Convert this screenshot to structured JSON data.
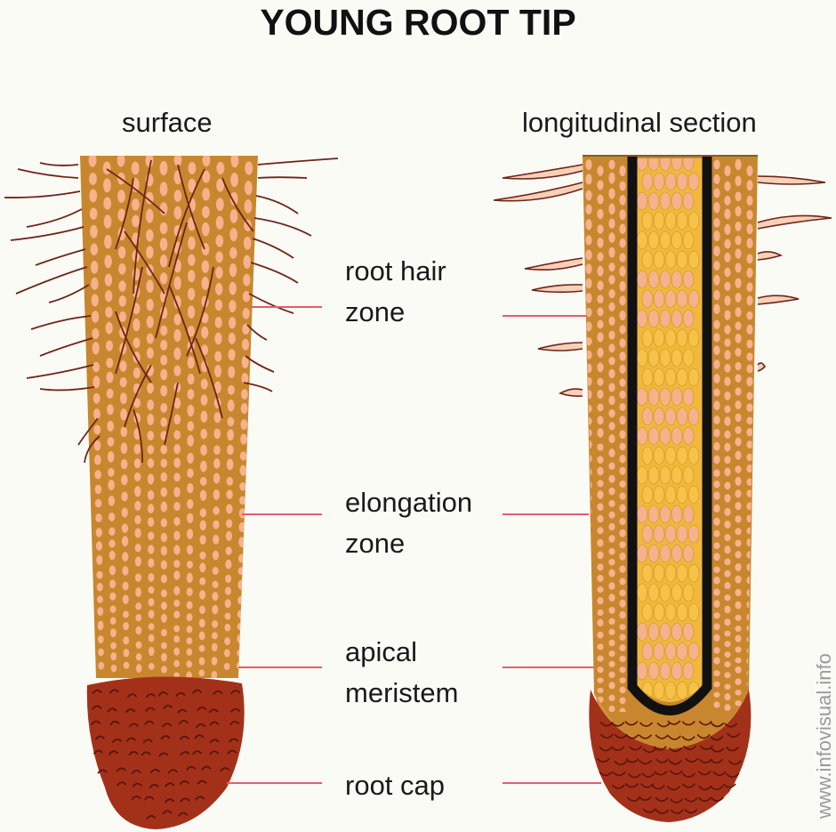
{
  "title": "YOUNG ROOT TIP",
  "views": {
    "surface": "surface",
    "section": "longitudinal section"
  },
  "labels": {
    "root_hair_zone": [
      "root hair",
      "zone"
    ],
    "elongation_zone": [
      "elongation",
      "zone"
    ],
    "apical_meristem": [
      "apical",
      "meristem"
    ],
    "root_cap": "root cap"
  },
  "credit": "www.infovisual.info",
  "colors": {
    "root_tissue": "#c8872e",
    "cell_spots": "#f6b28c",
    "root_cap": "#a3311a",
    "vascular_core": "#f0b93c",
    "root_hair": "#6e2418",
    "leader_line": "#e0606a"
  }
}
